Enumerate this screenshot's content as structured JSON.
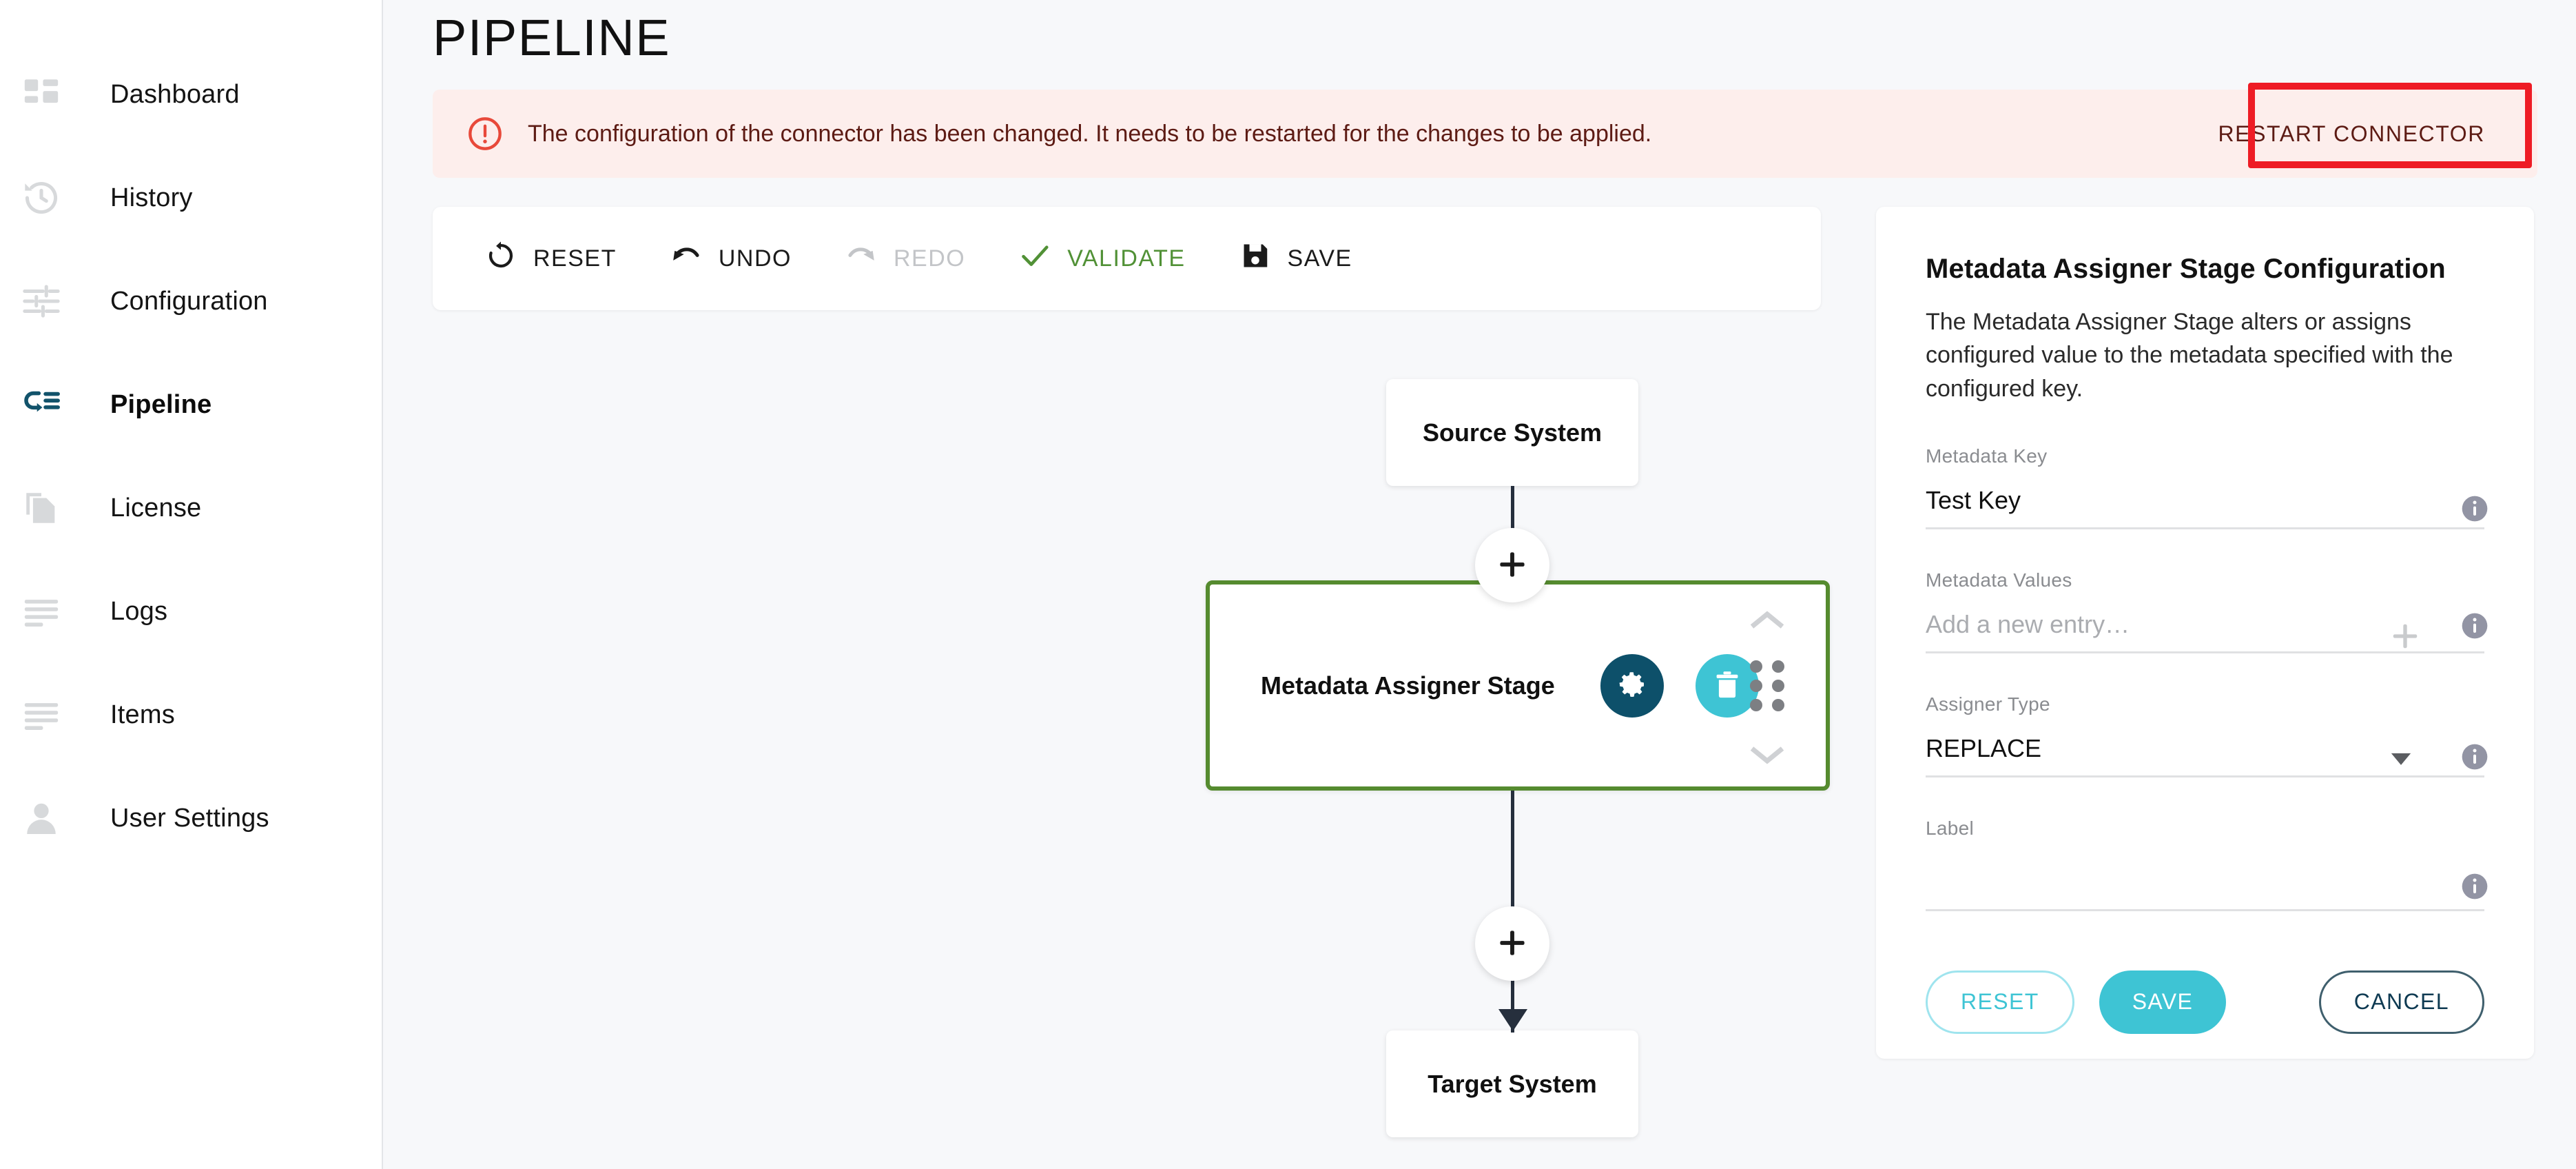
{
  "sidebar": {
    "items": [
      {
        "label": "Dashboard",
        "icon": "dashboard-grid-icon",
        "active": false
      },
      {
        "label": "History",
        "icon": "history-clock-icon",
        "active": false
      },
      {
        "label": "Configuration",
        "icon": "sliders-icon",
        "active": false
      },
      {
        "label": "Pipeline",
        "icon": "pipeline-icon",
        "active": true
      },
      {
        "label": "License",
        "icon": "document-copy-icon",
        "active": false
      },
      {
        "label": "Logs",
        "icon": "lines-list-icon",
        "active": false
      },
      {
        "label": "Items",
        "icon": "lines-list-icon",
        "active": false
      },
      {
        "label": "User Settings",
        "icon": "user-icon",
        "active": false
      }
    ]
  },
  "page": {
    "title": "PIPELINE"
  },
  "alert": {
    "icon": "error-circle-icon",
    "message": "The configuration of the connector has been changed. It needs to be restarted for the changes to be applied.",
    "action_label": "RESTART CONNECTOR",
    "background": "#fdeeec",
    "text_color": "#5d1b14",
    "highlight_color": "#ee1c25"
  },
  "toolbar": {
    "buttons": [
      {
        "label": "RESET",
        "icon": "rotate-left-icon",
        "disabled": false,
        "color": "#1b1b1b"
      },
      {
        "label": "UNDO",
        "icon": "undo-arrow-icon",
        "disabled": false,
        "color": "#1b1b1b"
      },
      {
        "label": "REDO",
        "icon": "redo-arrow-icon",
        "disabled": true,
        "color": "#c3c5c8"
      },
      {
        "label": "VALIDATE",
        "icon": "check-icon",
        "disabled": false,
        "color": "#519136"
      },
      {
        "label": "SAVE",
        "icon": "floppy-disk-icon",
        "disabled": false,
        "color": "#1b1b1b"
      }
    ]
  },
  "flow": {
    "source_node": "Source System",
    "target_node": "Target System",
    "stage": {
      "label": "Metadata Assigner Stage",
      "selected_border_color": "#558b2f",
      "settings_icon": "gear-icon",
      "settings_bg": "#0d506a",
      "delete_icon": "trash-icon",
      "delete_bg": "#3ec4d4",
      "move_up_icon": "chevron-up-icon",
      "move_down_icon": "chevron-down-icon",
      "drag_handle_icon": "drag-dots-icon"
    },
    "add_stage_label": "+"
  },
  "config_panel": {
    "title": "Metadata Assigner Stage Configuration",
    "description": "The Metadata Assigner Stage alters or assigns configured value to the metadata specified with the configured key.",
    "fields": [
      {
        "label": "Metadata Key",
        "value": "Test Key",
        "placeholder": "",
        "type": "text",
        "info_icon": "info-icon"
      },
      {
        "label": "Metadata Values",
        "value": "",
        "placeholder": "Add a new entry…",
        "type": "list",
        "add_icon": "plus-icon",
        "info_icon": "info-icon"
      },
      {
        "label": "Assigner Type",
        "value": "REPLACE",
        "placeholder": "",
        "type": "select",
        "caret_icon": "caret-down-icon",
        "info_icon": "info-icon"
      },
      {
        "label": "Label",
        "value": "",
        "placeholder": "",
        "type": "text",
        "info_icon": "info-icon"
      }
    ],
    "actions": {
      "reset_label": "RESET",
      "save_label": "SAVE",
      "cancel_label": "CANCEL"
    },
    "accent_color": "#3ec4d4",
    "cancel_color": "#0e3a52"
  }
}
